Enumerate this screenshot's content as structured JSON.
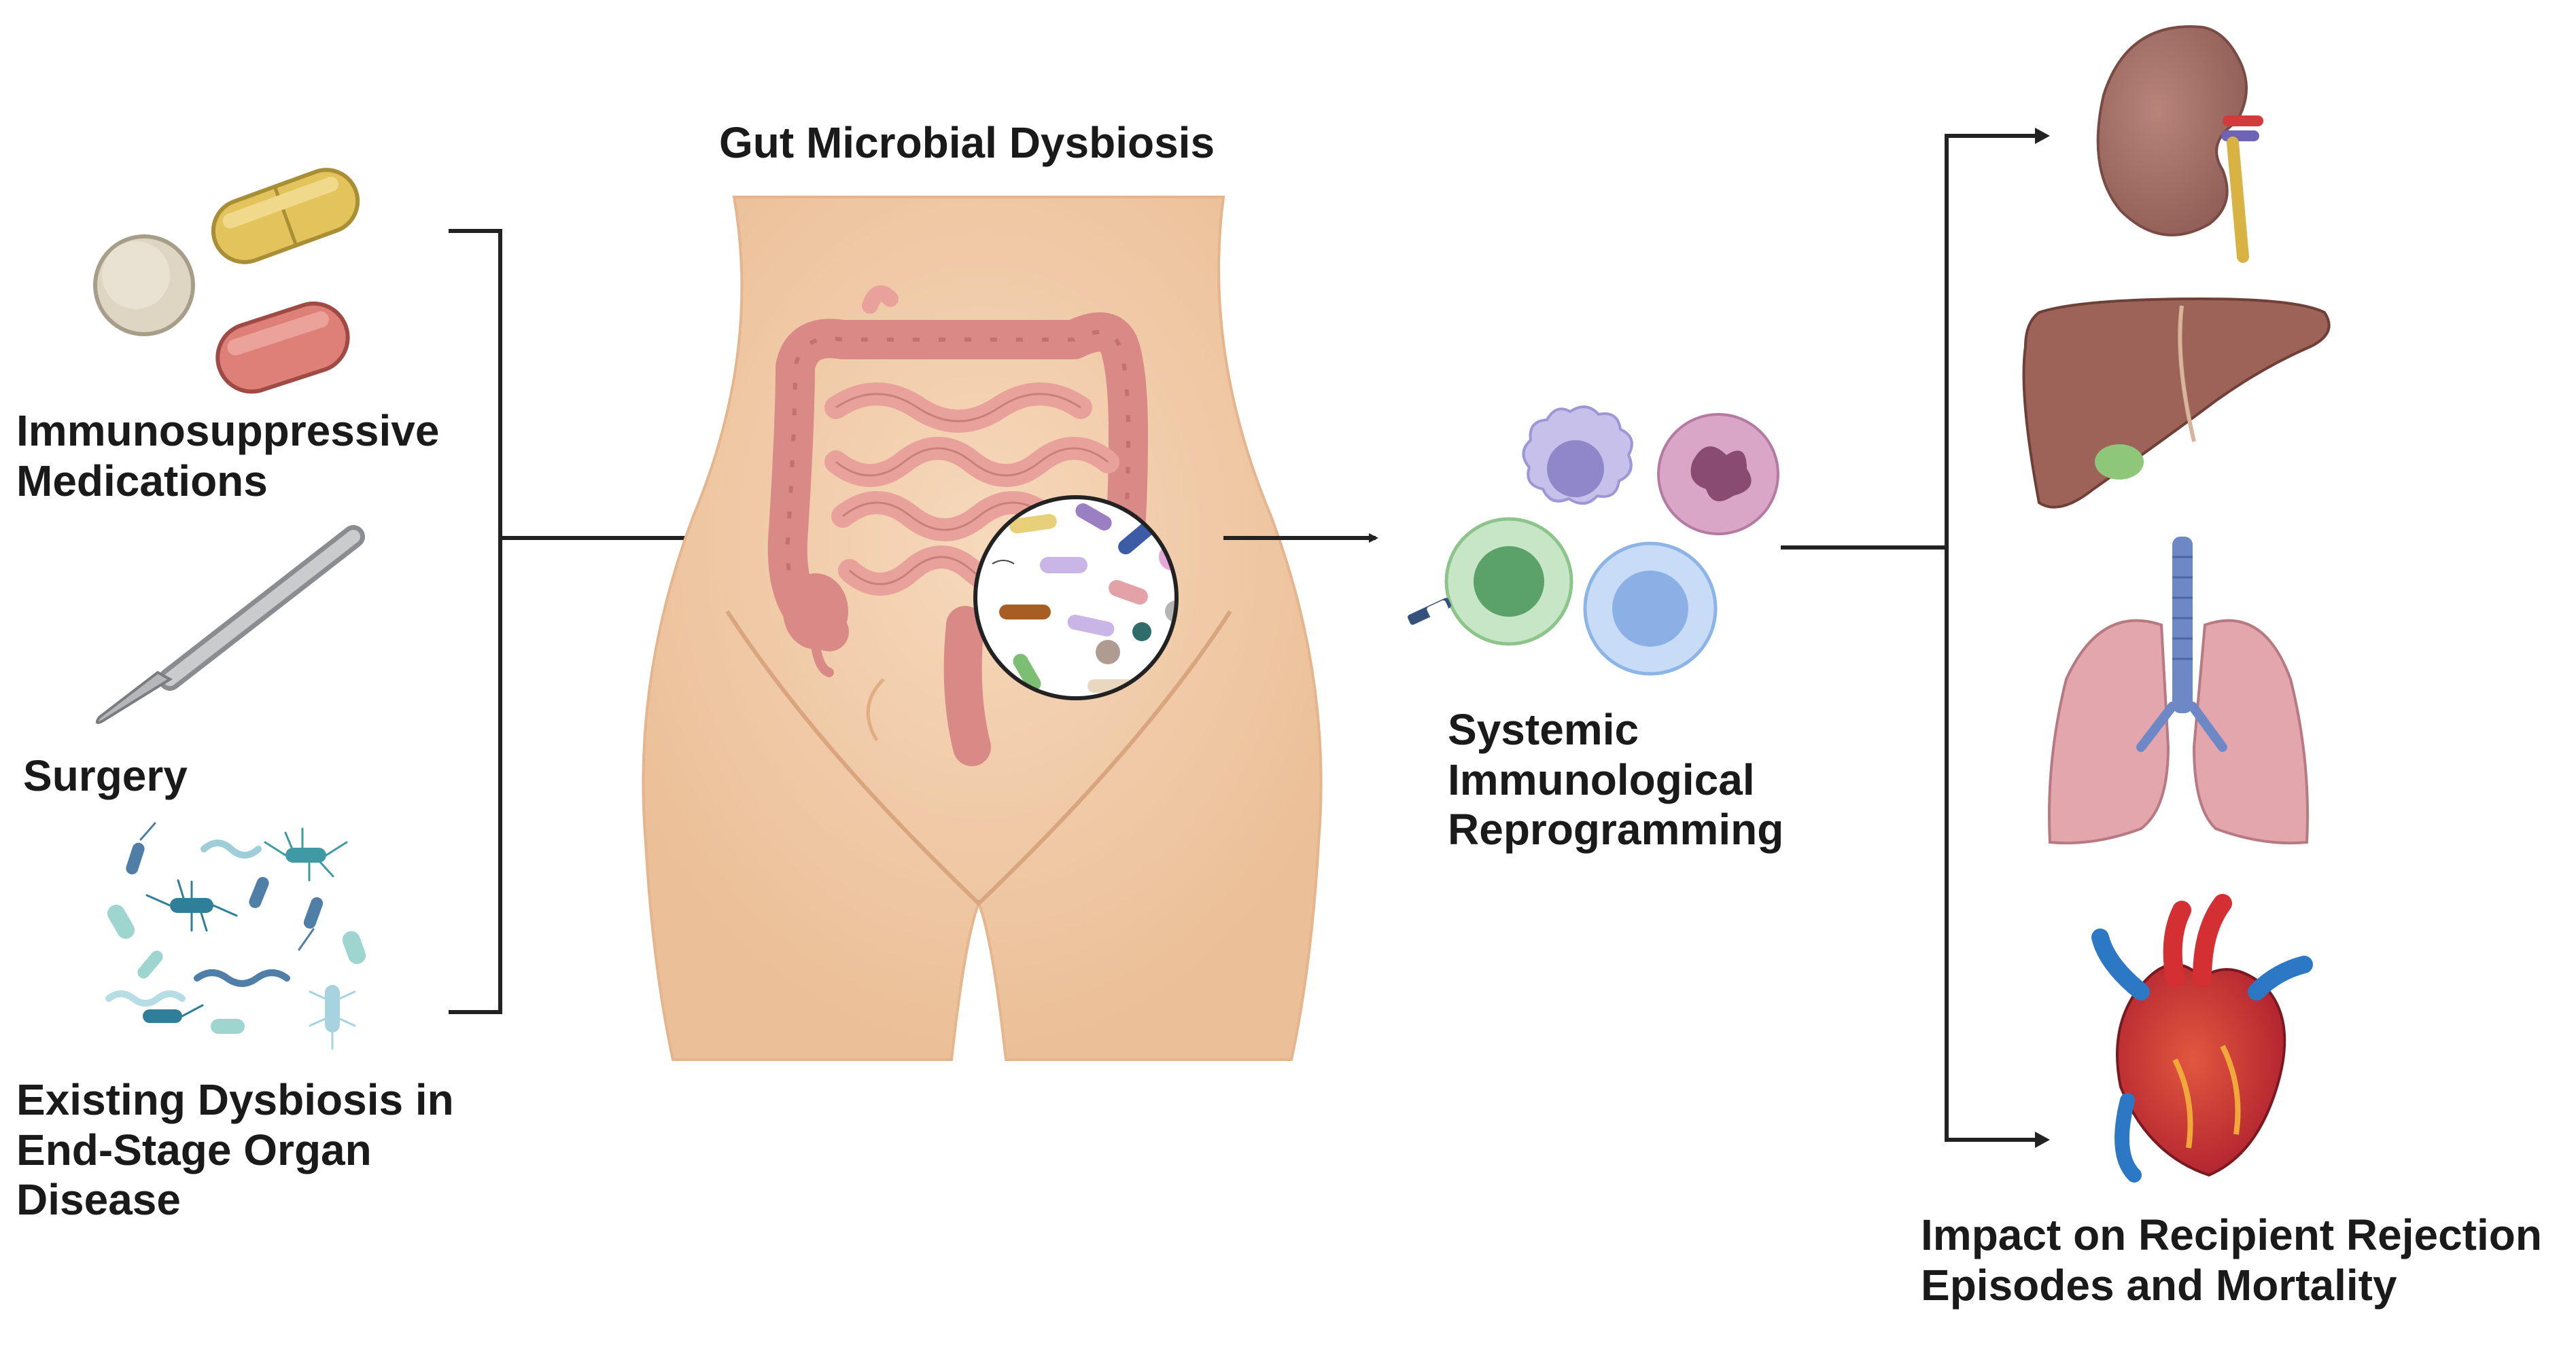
{
  "labels": {
    "medications": [
      "Immunosuppressive",
      "Medications"
    ],
    "surgery": [
      "Surgery"
    ],
    "existing_dysbiosis": [
      "Existing Dysbiosis in",
      "End-Stage Organ",
      "Disease"
    ],
    "gut": [
      "Gut Microbial Dysbiosis"
    ],
    "systemic": [
      "Systemic",
      "Immunological",
      "Reprogramming"
    ],
    "impact": [
      "Impact on Recipient Rejection",
      "Episodes and Mortality"
    ]
  },
  "colors": {
    "skin": "#f3cfae",
    "colon": "#d98a86",
    "intestine": "#e9a29b",
    "kidney": "#a5726a",
    "liver": "#9d6358",
    "lung": "#e3a6ad",
    "heart": "#c8303c",
    "arrow": "#222222"
  },
  "icons": [
    "pill-round-icon",
    "pill-capsule-yellow-icon",
    "pill-oval-red-icon",
    "scalpel-icon",
    "bacteria-cluster-icon",
    "torso-gut-illustration",
    "microbe-magnifier-icon",
    "immune-cells-icon",
    "kidney-icon",
    "liver-icon",
    "lungs-icon",
    "heart-icon"
  ]
}
